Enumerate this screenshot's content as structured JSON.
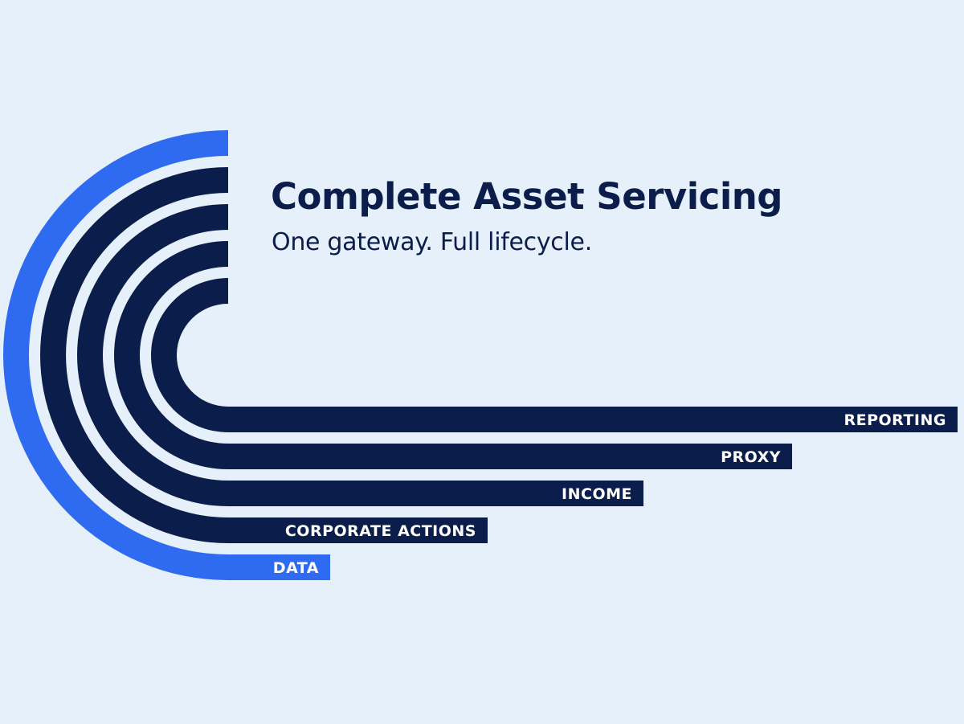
{
  "header": {
    "title": "Complete Asset Servicing",
    "subtitle": "One gateway. Full lifecycle."
  },
  "colors": {
    "background": "#e6f0fb",
    "accent_blue": "#2f6bf0",
    "navy": "#0b1d4a"
  },
  "bands": [
    {
      "label": "REPORTING",
      "color": "#0b1d4a"
    },
    {
      "label": "PROXY",
      "color": "#0b1d4a"
    },
    {
      "label": "INCOME",
      "color": "#0b1d4a"
    },
    {
      "label": "CORPORATE ACTIONS",
      "color": "#0b1d4a"
    },
    {
      "label": "DATA",
      "color": "#2f6bf0"
    }
  ]
}
